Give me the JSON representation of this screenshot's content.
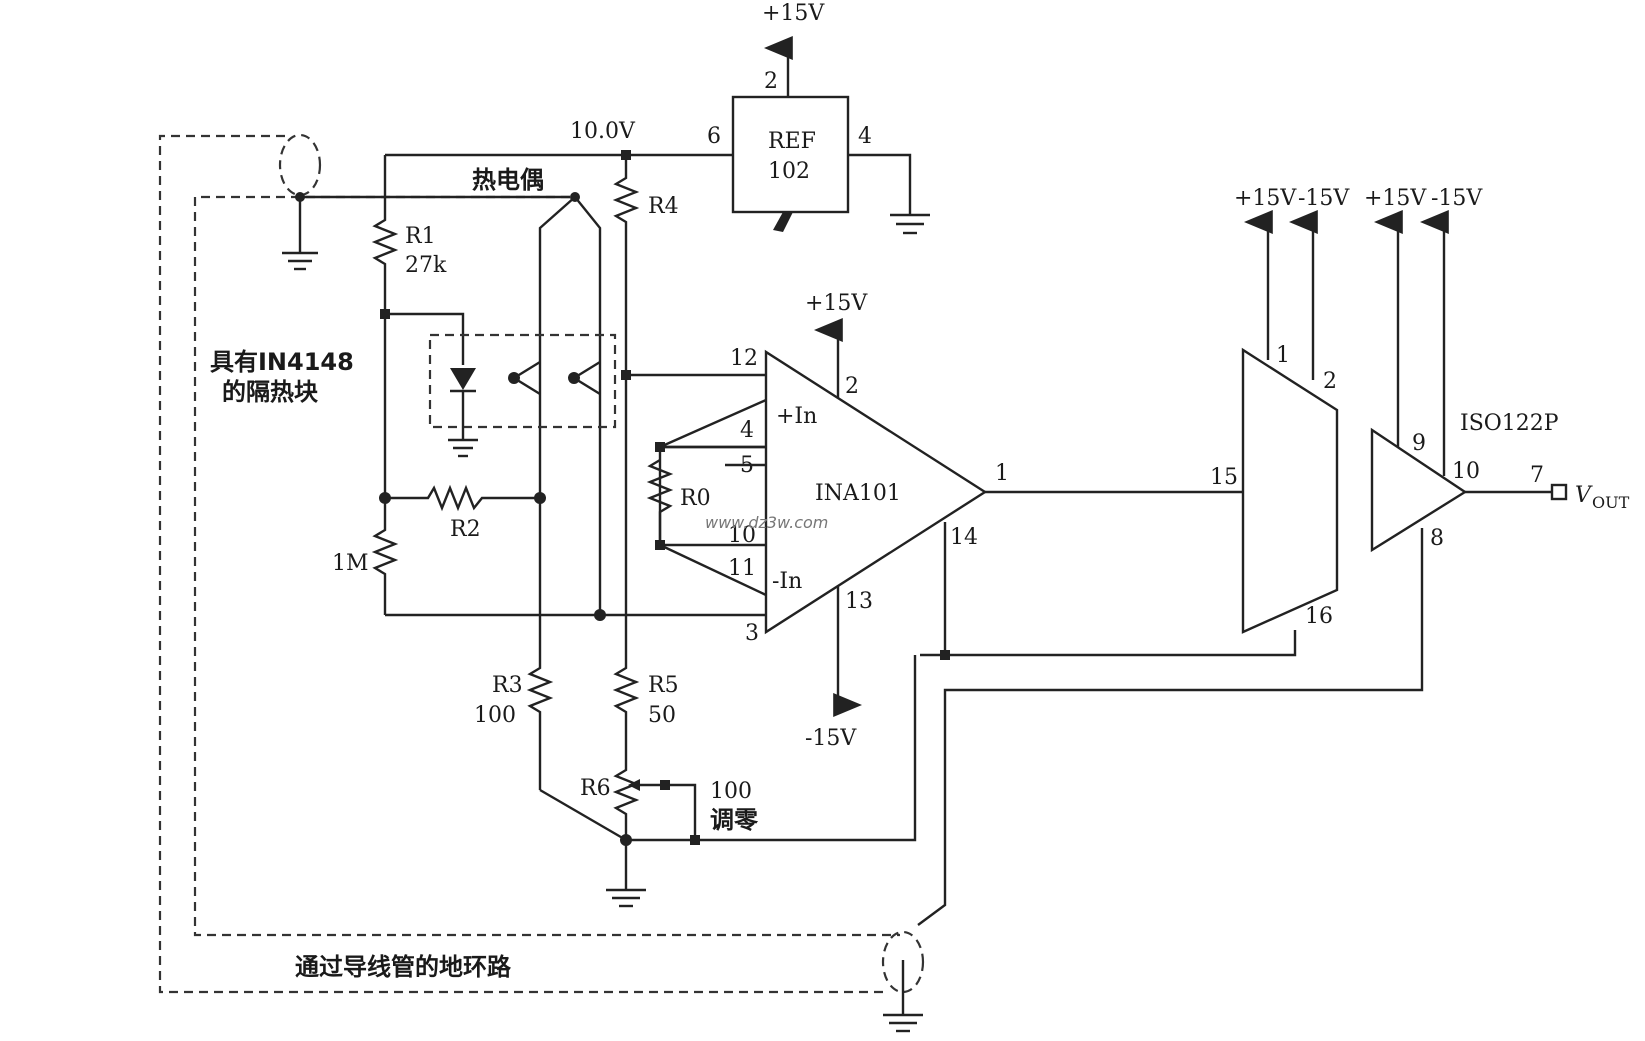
{
  "labels": {
    "p15_ref": "+15V",
    "ref_out": "10.0V",
    "ref_name_1": "REF",
    "ref_name_2": "102",
    "thermocouple": "热电偶",
    "r1_name": "R1",
    "r1_val": "27k",
    "r4": "R4",
    "isolated_block_1": "具有IN4148",
    "isolated_block_2": "的隔热块",
    "r2": "R2",
    "r_1m": "1M",
    "ro": "R0",
    "amp_p15": "+15V",
    "amp_m15": "-15V",
    "in_plus": "+In",
    "in_minus": "-In",
    "amp_name": "INA101",
    "r3_name": "R3",
    "r3_val": "100",
    "r5_name": "R5",
    "r5_val": "50",
    "r6_name": "R6",
    "r6_val": "100",
    "zero_adj": "调零",
    "ground_loop": "通过导线管的地环路",
    "iso_p15_a": "+15V",
    "iso_m15_a": "-15V",
    "iso_p15_b": "+15V",
    "iso_m15_b": "-15V",
    "iso_name": "ISO122P",
    "vout": "V",
    "vout_sub": "OUT",
    "watermark": "www.dz3w.com"
  },
  "pins": {
    "ref_2": "2",
    "ref_6": "6",
    "ref_4": "4",
    "amp_12": "12",
    "amp_2": "2",
    "amp_4": "4",
    "amp_5": "5",
    "amp_1": "1",
    "amp_10": "10",
    "amp_11": "11",
    "amp_14": "14",
    "amp_3": "3",
    "amp_13": "13",
    "iso_1": "1",
    "iso_2": "2",
    "iso_15": "15",
    "iso_16": "16",
    "iso_9": "9",
    "iso_10": "10",
    "iso_7": "7",
    "iso_8": "8"
  }
}
